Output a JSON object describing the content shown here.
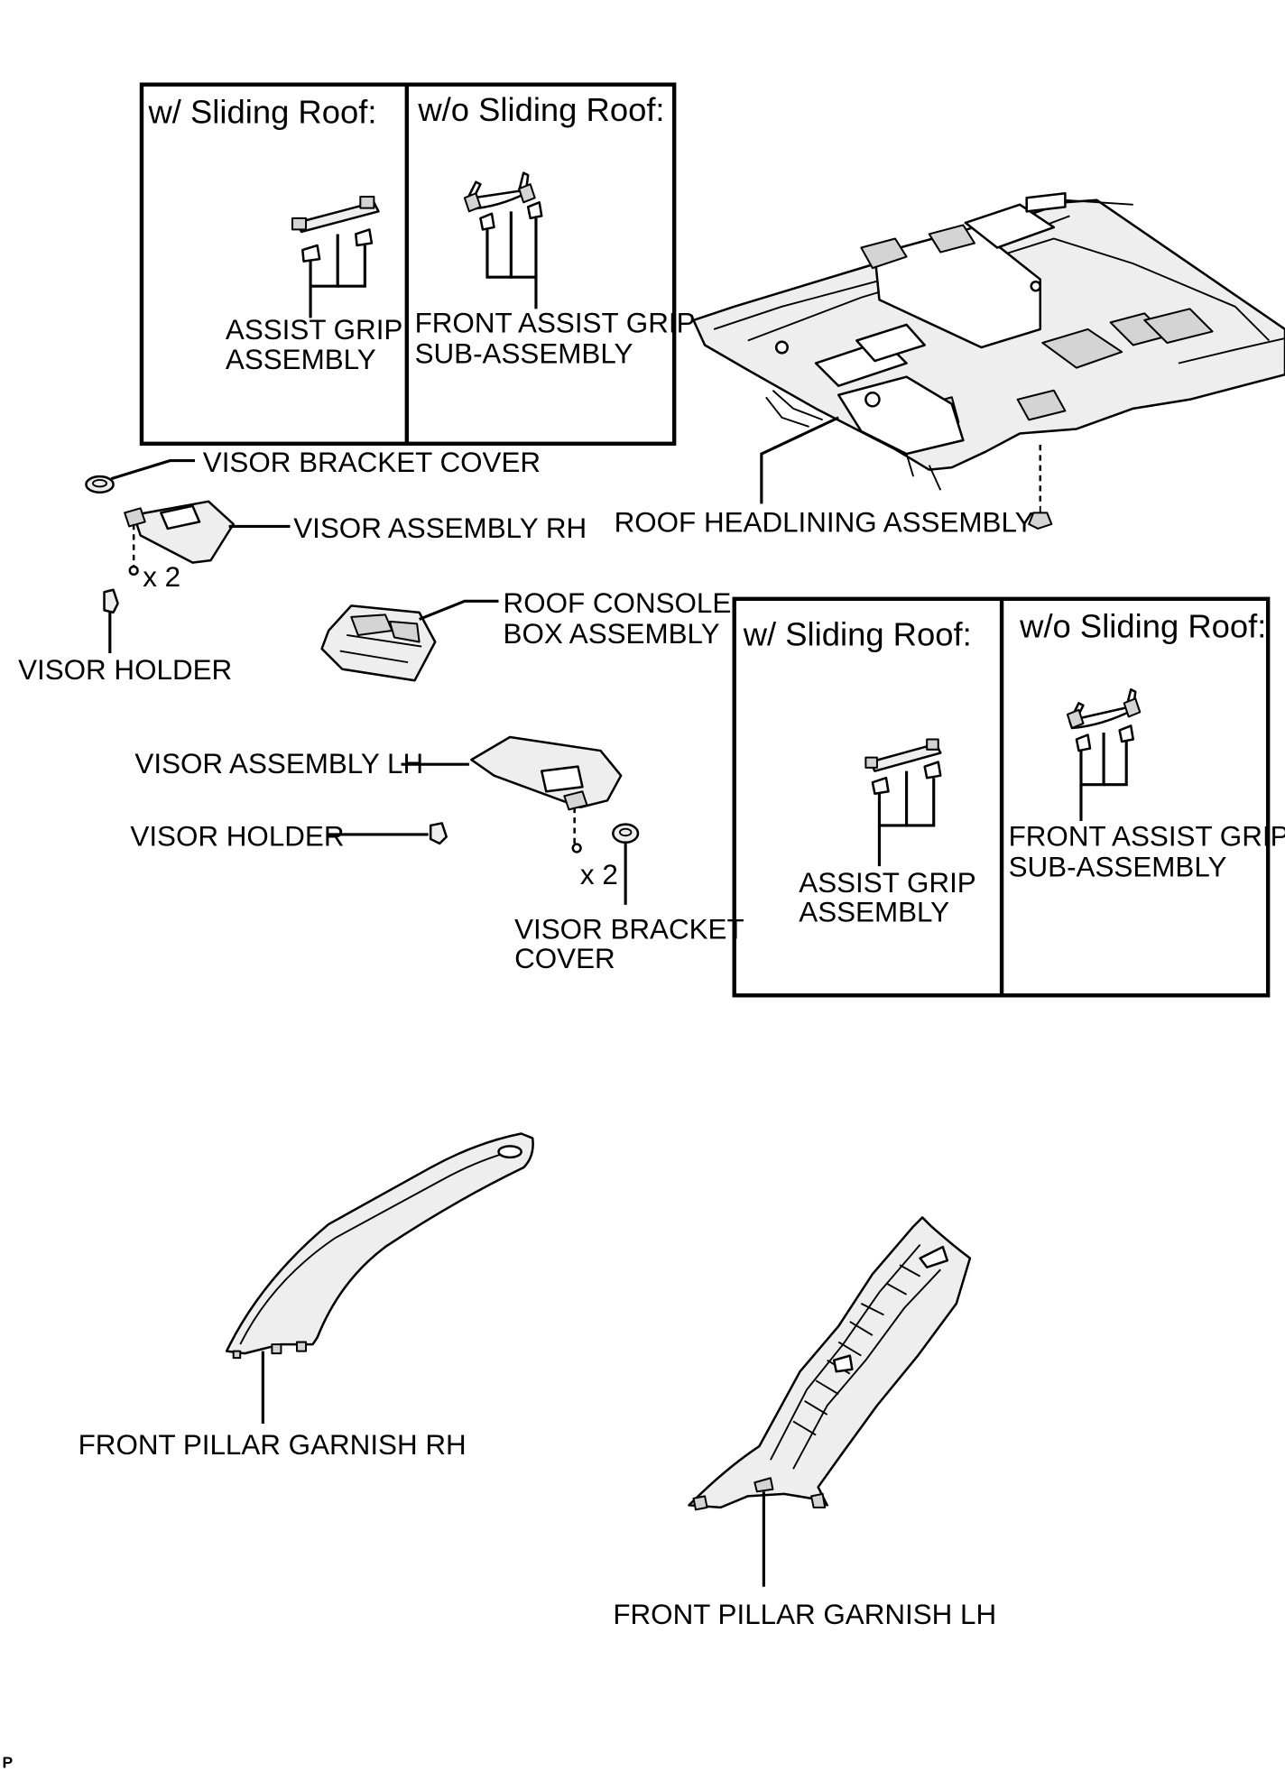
{
  "boxes": {
    "top": {
      "left_header": "w/ Sliding Roof:",
      "right_header": "w/o Sliding Roof:",
      "left_label": [
        "ASSIST GRIP",
        "ASSEMBLY"
      ],
      "right_label": [
        "FRONT ASSIST GRIP",
        "SUB-ASSEMBLY"
      ]
    },
    "bottom": {
      "left_header": "w/ Sliding Roof:",
      "right_header": "w/o Sliding Roof:",
      "left_label": [
        "ASSIST GRIP",
        "ASSEMBLY"
      ],
      "right_label": [
        "FRONT ASSIST GRIP",
        "SUB-ASSEMBLY"
      ]
    }
  },
  "labels": {
    "visor_bracket_cover_rh": "VISOR BRACKET COVER",
    "visor_assembly_rh": "VISOR ASSEMBLY RH",
    "screw_qty_rh": "x 2",
    "visor_holder_rh": "VISOR HOLDER",
    "roof_headlining": "ROOF HEADLINING ASSEMBLY",
    "roof_console": [
      "ROOF CONSOLE",
      "BOX ASSEMBLY"
    ],
    "visor_assembly_lh": "VISOR ASSEMBLY LH",
    "visor_holder_lh": "VISOR HOLDER",
    "screw_qty_lh": "x 2",
    "visor_bracket_cover_lh": [
      "VISOR BRACKET",
      "COVER"
    ],
    "front_pillar_rh": "FRONT PILLAR GARNISH RH",
    "front_pillar_lh": "FRONT PILLAR GARNISH LH",
    "corner_mark": "P"
  }
}
